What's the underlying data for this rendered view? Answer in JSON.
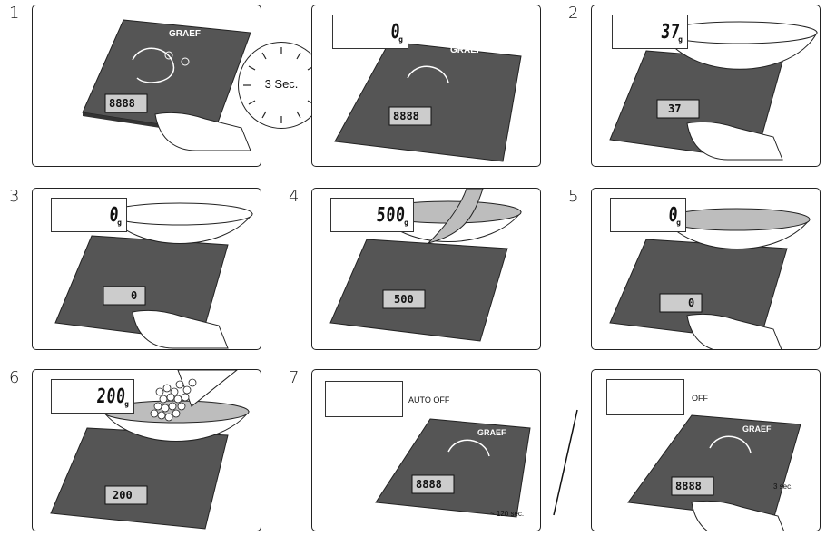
{
  "steps": [
    "1",
    "2",
    "3",
    "4",
    "5",
    "6",
    "7"
  ],
  "brand": "GRAEF",
  "display_digits": "8888",
  "timer_label": "3 Sec.",
  "panels": {
    "p1b": {
      "readout": "0",
      "unit": "g"
    },
    "p2": {
      "readout": "37",
      "unit": "g",
      "scale_display": "37"
    },
    "p3": {
      "readout": "0",
      "unit": "g",
      "scale_display": "0"
    },
    "p4": {
      "readout": "500",
      "unit": "g",
      "scale_display": "500"
    },
    "p5": {
      "readout": "0",
      "unit": "g",
      "scale_display": "0"
    },
    "p6": {
      "readout": "200",
      "unit": "g",
      "scale_display": "200"
    },
    "p7a": {
      "status": "AUTO OFF",
      "time_note": "~ 120 sec."
    },
    "p7b": {
      "status": "OFF",
      "time_note": "3 sec."
    }
  },
  "colors": {
    "scale_body": "#555555",
    "bowl_liquid": "#bdbdbd",
    "outline": "#222222"
  }
}
